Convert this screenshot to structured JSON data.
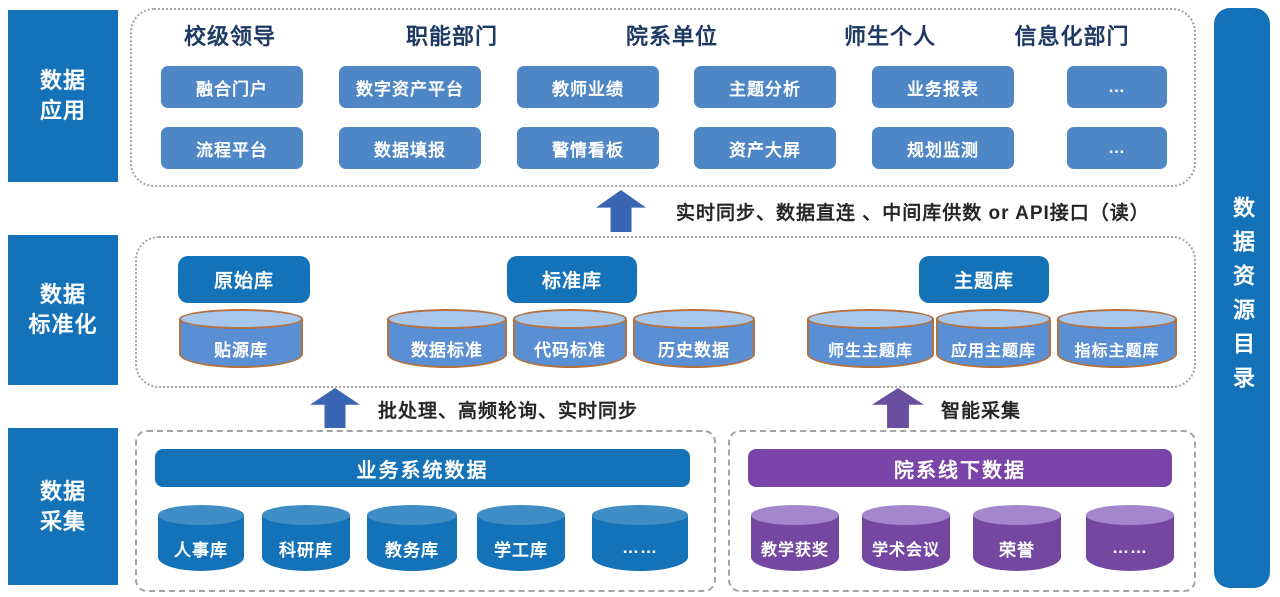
{
  "colors": {
    "brand_blue": "#1473b8",
    "chip_blue": "#4f87c6",
    "mid_cyl_body": "#5b8fd3",
    "mid_cyl_top": "#a6c6ec",
    "mid_cyl_border": "#b5713f",
    "blue_cyl_top": "#3f8dc5",
    "purple_banner": "#7a44a8",
    "purple_cyl_body": "#7448a0",
    "purple_cyl_top": "#a386cc",
    "arrow_blue": "#3a64b4",
    "arrow_purple": "#6a4fa0",
    "header_navy": "#1e3a64",
    "label_dark": "#262626"
  },
  "sidebar": {
    "layers": [
      {
        "label": "数据\n应用"
      },
      {
        "label": "数据\n标准化"
      },
      {
        "label": "数据\n采集"
      }
    ]
  },
  "catalog": {
    "label": "数据资源目录"
  },
  "app_layer": {
    "headers": [
      "校级领导",
      "职能部门",
      "院系单位",
      "师生个人",
      "信息化部门"
    ],
    "row1": [
      "融合门户",
      "数字资产平台",
      "教师业绩",
      "主题分析",
      "业务报表",
      "…"
    ],
    "row2": [
      "流程平台",
      "数据填报",
      "警情看板",
      "资产大屏",
      "规划监测",
      "…"
    ]
  },
  "std_layer": {
    "boxes": [
      "原始库",
      "标准库",
      "主题库"
    ],
    "cylinders": [
      "贴源库",
      "数据标准",
      "代码标准",
      "历史数据",
      "师生主题库",
      "应用主题库",
      "指标主题库"
    ]
  },
  "collect_layer": {
    "business_title": "业务系统数据",
    "business_cylinders": [
      "人事库",
      "科研库",
      "教务库",
      "学工库",
      "……"
    ],
    "offline_title": "院系线下数据",
    "offline_cylinders": [
      "教学获奖",
      "学术会议",
      "荣誉",
      "……"
    ]
  },
  "arrows": {
    "app_feed": "实时同步、数据直连 、中间库供数 or API接口（读）",
    "std_feed": "批处理、高频轮询、实时同步",
    "smart": "智能采集"
  }
}
